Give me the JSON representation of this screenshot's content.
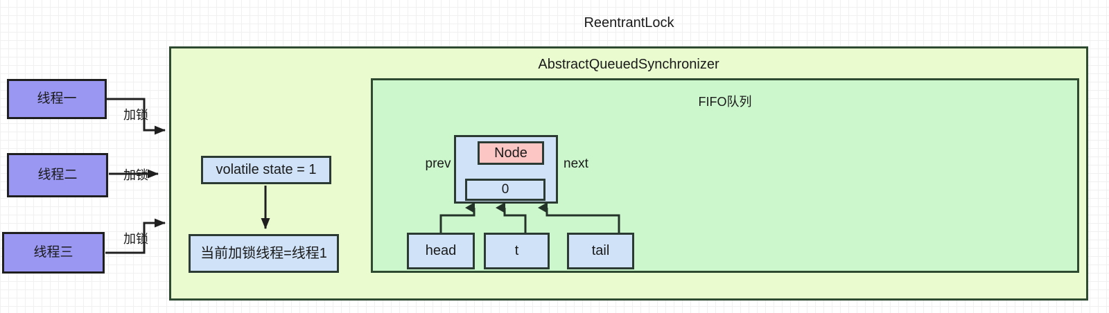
{
  "diagram": {
    "title": "ReentrantLock",
    "containers": {
      "reentrant_lock": {
        "label": "ReentrantLock",
        "border_color": "#2e4a30"
      },
      "aqs": {
        "label": "AbstractQueuedSynchronizer",
        "fill": "#eafbd0",
        "border_color": "#2e4a30"
      },
      "fifo": {
        "label": "FIFO队列",
        "fill": "#ccf7cc",
        "border_color": "#2e4a30"
      }
    },
    "threads": [
      {
        "label": "线程一",
        "fill": "#9a97f3"
      },
      {
        "label": "线程二",
        "fill": "#9a97f3"
      },
      {
        "label": "线程三",
        "fill": "#9a97f3"
      }
    ],
    "edge_labels": [
      {
        "label": "加锁"
      },
      {
        "label": "加锁"
      },
      {
        "label": "加锁"
      }
    ],
    "state": {
      "volatile_state": "volatile state = 1",
      "current_locking_thread": "当前加锁线程=线程1"
    },
    "node": {
      "title": "Node",
      "title_fill": "#fbc6c4",
      "prev": "prev",
      "next": "next",
      "wait_status": "0",
      "fill": "#cfe2f7"
    },
    "pointers": [
      {
        "label": "head"
      },
      {
        "label": "t"
      },
      {
        "label": "tail"
      }
    ]
  }
}
